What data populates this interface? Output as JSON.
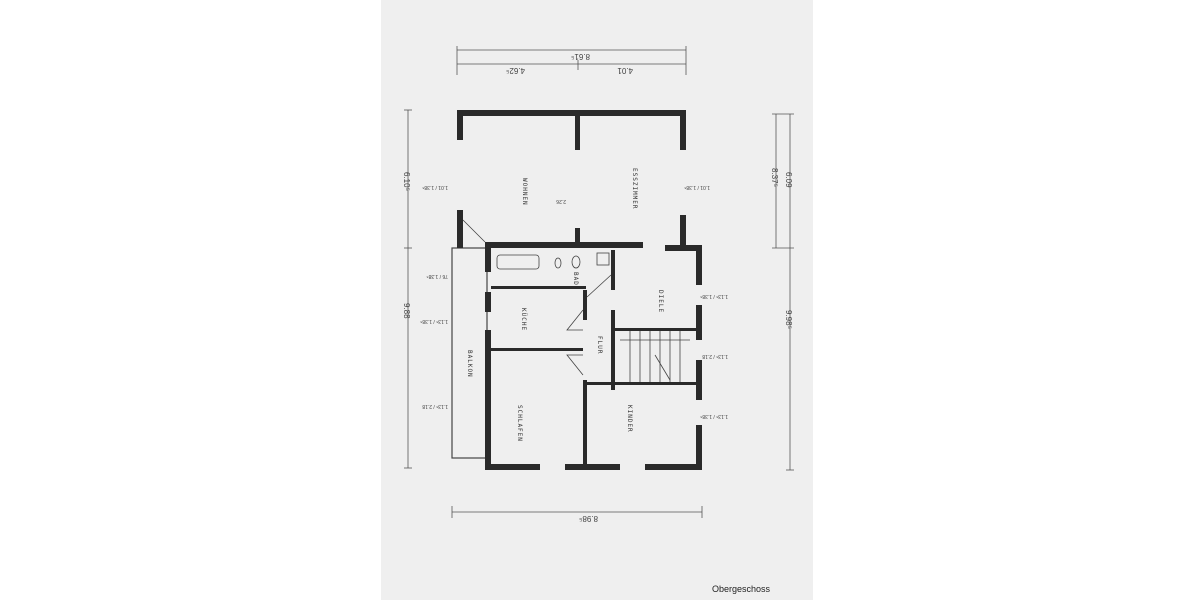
{
  "caption": "Obergeschoss",
  "rooms": {
    "wohnen": "WOHNEN",
    "esszimmer": "ESSZIMMER",
    "bad": "BAD",
    "kueche": "KÜCHE",
    "flur": "FLUR",
    "diele": "DIELE",
    "balkon": "BALKON",
    "schlafen": "SCHLAFEN",
    "kinder": "KINDER"
  },
  "dimensions": {
    "top_total": "8.61⁵",
    "top_left": "4.62⁵",
    "top_right": "4.01",
    "left_upper": "6.10⁵",
    "left_total": "9.88",
    "right_upper": "8.37⁵",
    "right_inner": "6.09",
    "right_total": "9.98⁵",
    "bottom_total": "8.98⁵",
    "window_wohnen": "1.01 / 1.38⁵",
    "window_esszimmer": "1.01 / 1.38⁵",
    "door_wohnen": "2.26",
    "window_bad": "76 / 1.38⁵",
    "window_kueche": "1.13⁵ / 1.38⁵",
    "door_balkon": "1.13⁵ / 2.18",
    "window_diele": "1.13⁵ / 1.38⁵",
    "window_stair": "1.13⁵ / 2.18",
    "window_kinder": "1.13⁵ / 1.38⁵"
  },
  "colors": {
    "paper": "#efefef",
    "wall": "#2a2a2a",
    "line": "#555555"
  }
}
